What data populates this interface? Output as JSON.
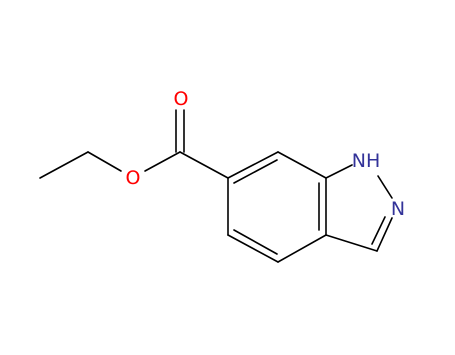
{
  "molecule": {
    "atom_labels": {
      "carbonyl_oxygen": "O",
      "ester_oxygen": "O",
      "nh": "NH",
      "n": "N"
    },
    "colors": {
      "bond": "#000000",
      "oxygen": "#ff0000",
      "nitrogen": "#333399"
    }
  }
}
